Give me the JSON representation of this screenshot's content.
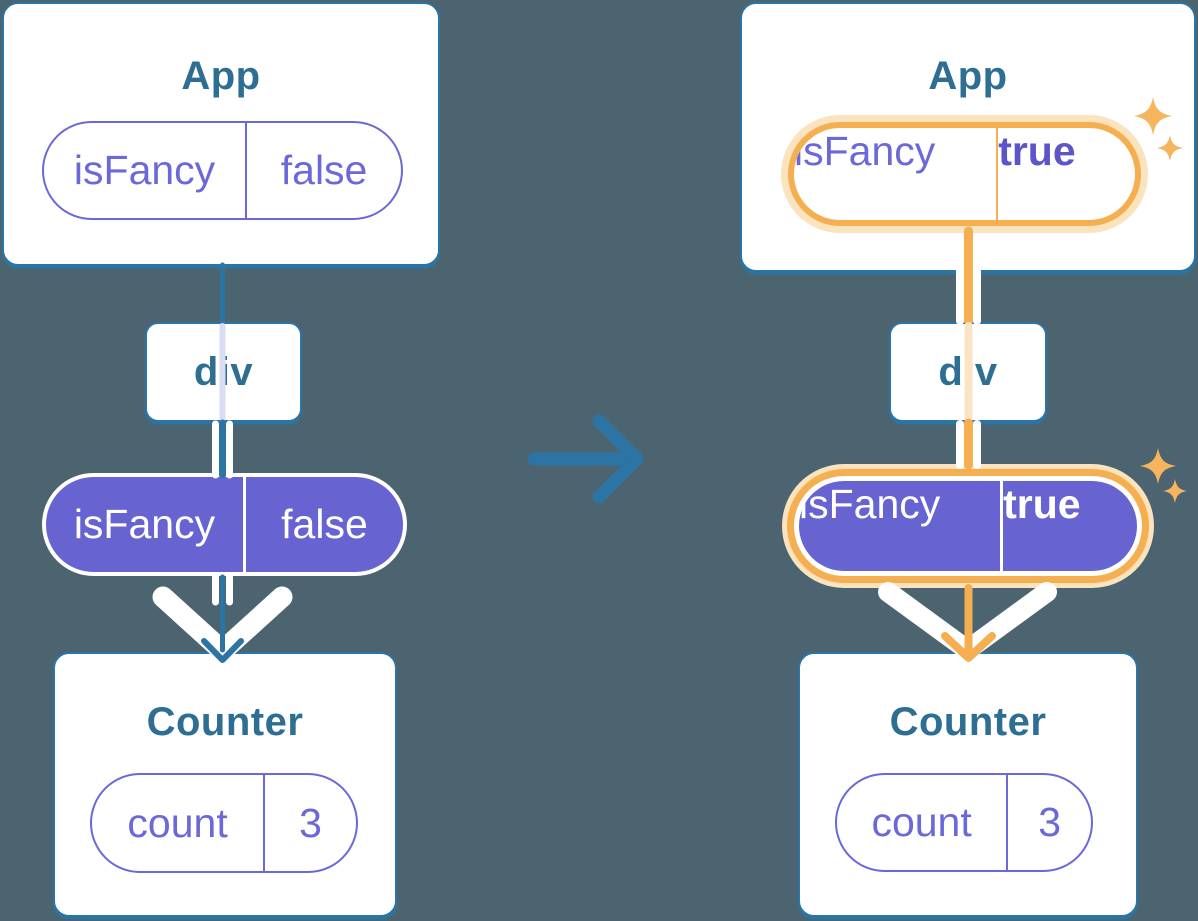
{
  "colors": {
    "background": "#4C6470",
    "line_blue": "#2B74A4",
    "heading": "#2E6E92",
    "purple": "#6764D2",
    "purple_border": "#6B68D9",
    "purple_bold": "#5B54CB",
    "lavender_trace": "#D8DCF4",
    "orange": "#F5AF51",
    "orange_halo": "#FAE3BD",
    "orange_trace": "#FAE4C4",
    "sparkle": "#F6B45C",
    "white": "#FFFFFF"
  },
  "before": {
    "app": {
      "title": "App",
      "prop": {
        "name": "isFancy",
        "value": "false"
      }
    },
    "container": {
      "label": "div"
    },
    "passed_prop": {
      "name": "isFancy",
      "value": "false"
    },
    "counter": {
      "title": "Counter",
      "state": {
        "name": "count",
        "value": "3"
      }
    }
  },
  "after": {
    "app": {
      "title": "App",
      "prop": {
        "name": "isFancy",
        "value": "true"
      }
    },
    "container": {
      "label": "div"
    },
    "passed_prop": {
      "name": "isFancy",
      "value": "true"
    },
    "counter": {
      "title": "Counter",
      "state": {
        "name": "count",
        "value": "3"
      }
    }
  }
}
